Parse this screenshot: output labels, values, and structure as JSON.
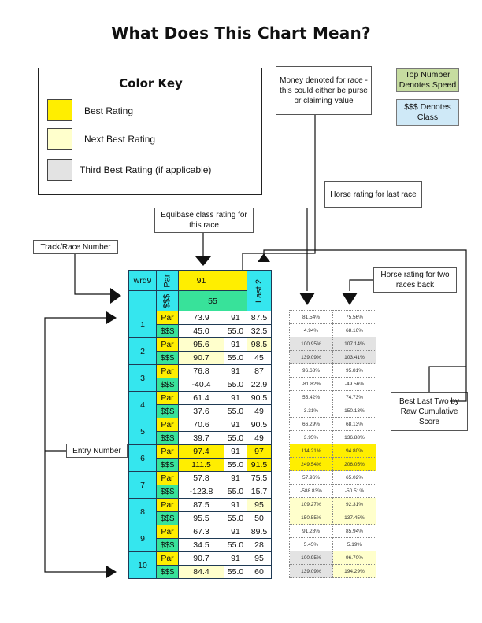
{
  "title": "What Does This Chart Mean?",
  "color_key": {
    "title": "Color Key",
    "items": [
      {
        "label": "Best Rating",
        "color": "#ffee00"
      },
      {
        "label": "Next Best Rating",
        "color": "#ffffcc"
      },
      {
        "label": "Third Best Rating (if applicable)",
        "color": "#e3e3e3"
      }
    ]
  },
  "callouts": {
    "money": "Money denoted for race - this could either be purse or claiming value",
    "top_number": "Top Number Denotes Speed",
    "class_tag": "$$$ Denotes Class",
    "last_race": "Horse rating for last race",
    "equibase": "Equibase class rating for this race",
    "track": "Track/Race Number",
    "two_back": "Horse rating for two races back",
    "entry": "Entry Number",
    "best_two": "Best Last Two by Raw Cumulative Score"
  },
  "colors": {
    "yellow": "#ffee00",
    "light_yellow": "#ffffcc",
    "gray": "#e3e3e3",
    "cyan": "#35e6ee",
    "green": "#38e29a"
  },
  "header": {
    "track": "wrd9",
    "par_label": "Par",
    "cls_label": "$$$",
    "par_value": "91",
    "cls_value": "55",
    "last2_label": "Last 2"
  },
  "entries": [
    {
      "num": "1",
      "par": {
        "label": "Par",
        "v1": "73.9",
        "v2": "91",
        "v3": "87.5"
      },
      "cls": {
        "label": "$$$",
        "v1": "45.0",
        "v2": "55.0",
        "v3": "32.5"
      },
      "pct_par": [
        "81.54%",
        "75.56%"
      ],
      "pct_cls": [
        "4.94%",
        "68.16%"
      ]
    },
    {
      "num": "2",
      "par": {
        "label": "Par",
        "v1": "95.6",
        "v2": "91",
        "v3": "98.5"
      },
      "cls": {
        "label": "$$$",
        "v1": "90.7",
        "v2": "55.0",
        "v3": "45"
      },
      "pct_par": [
        "100.95%",
        "107.14%"
      ],
      "pct_cls": [
        "139.09%",
        "103.41%"
      ]
    },
    {
      "num": "3",
      "par": {
        "label": "Par",
        "v1": "76.8",
        "v2": "91",
        "v3": "87"
      },
      "cls": {
        "label": "$$$",
        "v1": "-40.4",
        "v2": "55.0",
        "v3": "22.9"
      },
      "pct_par": [
        "96.68%",
        "95.81%"
      ],
      "pct_cls": [
        "-81.82%",
        "-49.56%"
      ]
    },
    {
      "num": "4",
      "par": {
        "label": "Par",
        "v1": "61.4",
        "v2": "91",
        "v3": "90.5"
      },
      "cls": {
        "label": "$$$",
        "v1": "37.6",
        "v2": "55.0",
        "v3": "49"
      },
      "pct_par": [
        "55.42%",
        "74.73%"
      ],
      "pct_cls": [
        "3.31%",
        "150.13%"
      ]
    },
    {
      "num": "5",
      "par": {
        "label": "Par",
        "v1": "70.6",
        "v2": "91",
        "v3": "90.5"
      },
      "cls": {
        "label": "$$$",
        "v1": "39.7",
        "v2": "55.0",
        "v3": "49"
      },
      "pct_par": [
        "66.29%",
        "68.13%"
      ],
      "pct_cls": [
        "3.95%",
        "136.88%"
      ]
    },
    {
      "num": "6",
      "par": {
        "label": "Par",
        "v1": "97.4",
        "v2": "91",
        "v3": "97"
      },
      "cls": {
        "label": "$$$",
        "v1": "111.5",
        "v2": "55.0",
        "v3": "91.5"
      },
      "pct_par": [
        "114.21%",
        "94.80%"
      ],
      "pct_cls": [
        "249.54%",
        "206.05%"
      ]
    },
    {
      "num": "7",
      "par": {
        "label": "Par",
        "v1": "57.8",
        "v2": "91",
        "v3": "75.5"
      },
      "cls": {
        "label": "$$$",
        "v1": "-123.8",
        "v2": "55.0",
        "v3": "15.7"
      },
      "pct_par": [
        "57.96%",
        "65.02%"
      ],
      "pct_cls": [
        "-588.83%",
        "-50.51%"
      ]
    },
    {
      "num": "8",
      "par": {
        "label": "Par",
        "v1": "87.5",
        "v2": "91",
        "v3": "95"
      },
      "cls": {
        "label": "$$$",
        "v1": "95.5",
        "v2": "55.0",
        "v3": "50"
      },
      "pct_par": [
        "109.27%",
        "92.31%"
      ],
      "pct_cls": [
        "150.55%",
        "137.45%"
      ]
    },
    {
      "num": "9",
      "par": {
        "label": "Par",
        "v1": "67.3",
        "v2": "91",
        "v3": "89.5"
      },
      "cls": {
        "label": "$$$",
        "v1": "34.5",
        "v2": "55.0",
        "v3": "28"
      },
      "pct_par": [
        "91.28%",
        "85.94%"
      ],
      "pct_cls": [
        "5.45%",
        "5.19%"
      ]
    },
    {
      "num": "10",
      "par": {
        "label": "Par",
        "v1": "90.7",
        "v2": "91",
        "v3": "95"
      },
      "cls": {
        "label": "$$$",
        "v1": "84.4",
        "v2": "55.0",
        "v3": "60"
      },
      "pct_par": [
        "100.95%",
        "96.70%"
      ],
      "pct_cls": [
        "139.09%",
        "194.29%"
      ]
    }
  ]
}
